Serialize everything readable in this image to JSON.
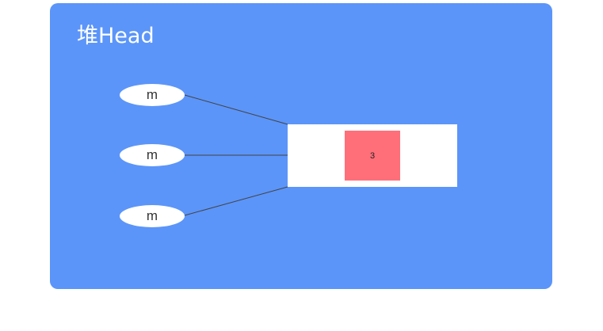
{
  "title": "堆Head",
  "colors": {
    "panel": "#5b95f9",
    "cell": "#ff6f7a",
    "line": "#444444"
  },
  "refs": [
    {
      "label": "m"
    },
    {
      "label": "m"
    },
    {
      "label": "m"
    }
  ],
  "object": {
    "value": "3"
  }
}
